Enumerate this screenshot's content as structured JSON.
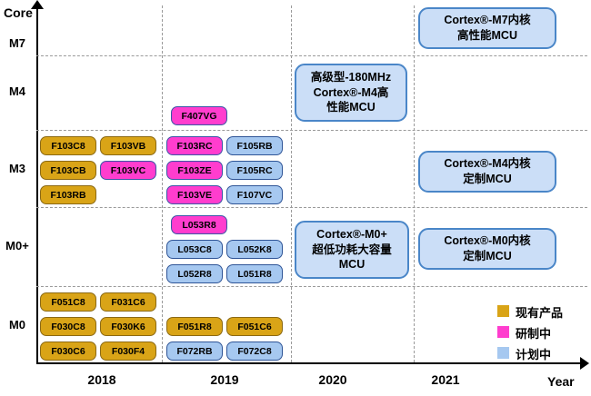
{
  "chart_data": {
    "type": "scatter",
    "xlabel": "Year",
    "ylabel": "Core",
    "x_ticks": [
      "2018",
      "2019",
      "2020",
      "2021"
    ],
    "y_ticks": [
      "M7",
      "M4",
      "M3",
      "M0+",
      "M0"
    ],
    "grid": "dashed",
    "legend_position": "bottom-right",
    "legend": [
      {
        "label": "现有产品",
        "status": "existing",
        "color": "#D9A417"
      },
      {
        "label": "研制中",
        "status": "in-development",
        "color": "#FF3DCE"
      },
      {
        "label": "计划中",
        "status": "planned",
        "color": "#A6C8F0"
      }
    ],
    "points": [
      {
        "x": "2019",
        "y": "M4",
        "label": "F407VG",
        "status": "研制中"
      },
      {
        "x": "2018",
        "y": "M3",
        "label": "F103C8",
        "status": "现有产品"
      },
      {
        "x": "2018",
        "y": "M3",
        "label": "F103VB",
        "status": "现有产品"
      },
      {
        "x": "2018",
        "y": "M3",
        "label": "F103CB",
        "status": "现有产品"
      },
      {
        "x": "2018",
        "y": "M3",
        "label": "F103VC",
        "status": "研制中"
      },
      {
        "x": "2018",
        "y": "M3",
        "label": "F103RB",
        "status": "现有产品"
      },
      {
        "x": "2019",
        "y": "M3",
        "label": "F103RC",
        "status": "研制中"
      },
      {
        "x": "2019",
        "y": "M3",
        "label": "F105RB",
        "status": "计划中"
      },
      {
        "x": "2019",
        "y": "M3",
        "label": "F103ZE",
        "status": "研制中"
      },
      {
        "x": "2019",
        "y": "M3",
        "label": "F105RC",
        "status": "计划中"
      },
      {
        "x": "2019",
        "y": "M3",
        "label": "F103VE",
        "status": "研制中"
      },
      {
        "x": "2019",
        "y": "M3",
        "label": "F107VC",
        "status": "计划中"
      },
      {
        "x": "2019",
        "y": "M0+",
        "label": "L053R8",
        "status": "研制中"
      },
      {
        "x": "2019",
        "y": "M0+",
        "label": "L053C8",
        "status": "计划中"
      },
      {
        "x": "2019",
        "y": "M0+",
        "label": "L052K8",
        "status": "计划中"
      },
      {
        "x": "2019",
        "y": "M0+",
        "label": "L052R8",
        "status": "计划中"
      },
      {
        "x": "2019",
        "y": "M0+",
        "label": "L051R8",
        "status": "计划中"
      },
      {
        "x": "2018",
        "y": "M0",
        "label": "F051C8",
        "status": "现有产品"
      },
      {
        "x": "2018",
        "y": "M0",
        "label": "F031C6",
        "status": "现有产品"
      },
      {
        "x": "2018",
        "y": "M0",
        "label": "F030C8",
        "status": "现有产品"
      },
      {
        "x": "2018",
        "y": "M0",
        "label": "F030K6",
        "status": "现有产品"
      },
      {
        "x": "2018",
        "y": "M0",
        "label": "F030C6",
        "status": "现有产品"
      },
      {
        "x": "2018",
        "y": "M0",
        "label": "F030F4",
        "status": "现有产品"
      },
      {
        "x": "2019",
        "y": "M0",
        "label": "F051R8",
        "status": "现有产品"
      },
      {
        "x": "2019",
        "y": "M0",
        "label": "F051C6",
        "status": "现有产品"
      },
      {
        "x": "2019",
        "y": "M0",
        "label": "F072RB",
        "status": "计划中"
      },
      {
        "x": "2019",
        "y": "M0",
        "label": "F072C8",
        "status": "计划中"
      }
    ],
    "annotations": [
      {
        "x": "2021",
        "y": "M7",
        "lines": [
          "Cortex®-M7内核",
          "高性能MCU"
        ]
      },
      {
        "x": "2020",
        "y": "M4",
        "lines": [
          "高级型-180MHz",
          "Cortex®-M4高",
          "性能MCU"
        ]
      },
      {
        "x": "2021",
        "y": "M3",
        "lines": [
          "Cortex®-M4内核",
          "定制MCU"
        ]
      },
      {
        "x": "2020",
        "y": "M0+",
        "lines": [
          "Cortex®-M0+",
          "超低功耗大容量",
          "MCU"
        ]
      },
      {
        "x": "2021",
        "y": "M0+",
        "lines": [
          "Cortex®-M0内核",
          "定制MCU"
        ]
      }
    ]
  }
}
